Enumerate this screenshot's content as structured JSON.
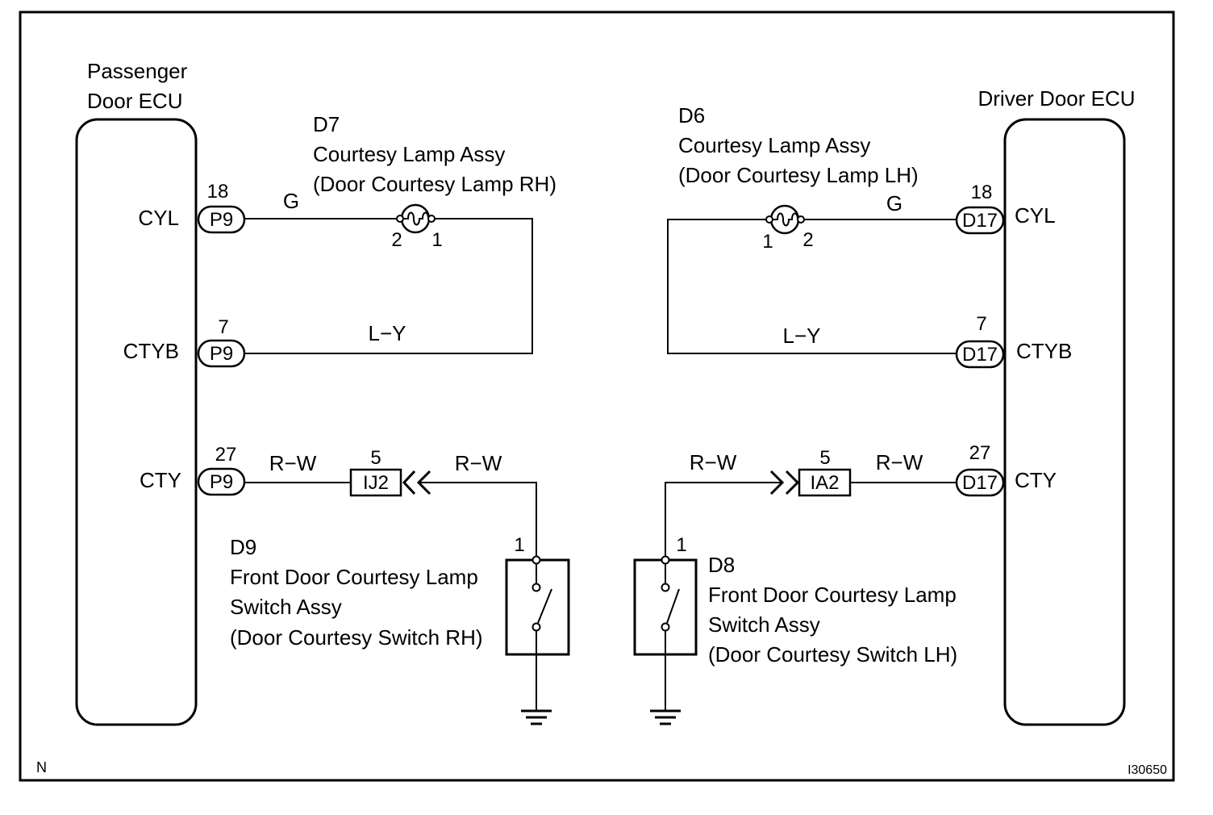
{
  "frame": {
    "corner_letter": "N",
    "figure_id": "I30650"
  },
  "passenger_ecu": {
    "title_line1": "Passenger",
    "title_line2": "Door ECU",
    "terminals": {
      "cyl": "CYL",
      "ctyb": "CTYB",
      "cty": "CTY"
    }
  },
  "driver_ecu": {
    "title": "Driver Door ECU",
    "terminals": {
      "cyl": "CYL",
      "ctyb": "CTYB",
      "cty": "CTY"
    }
  },
  "connectors": {
    "p9_cyl": {
      "pin": "18",
      "name": "P9"
    },
    "p9_ctyb": {
      "pin": "7",
      "name": "P9"
    },
    "p9_cty": {
      "pin": "27",
      "name": "P9"
    },
    "d17_cyl": {
      "pin": "18",
      "name": "D17"
    },
    "d17_ctyb": {
      "pin": "7",
      "name": "D17"
    },
    "d17_cty": {
      "pin": "27",
      "name": "D17"
    },
    "ij2": {
      "pin": "5",
      "name": "IJ2"
    },
    "ia2": {
      "pin": "5",
      "name": "IA2"
    }
  },
  "lamp_rh": {
    "code": "D7",
    "name": "Courtesy Lamp Assy",
    "desc": "(Door Courtesy Lamp RH)",
    "pin_left": "2",
    "pin_right": "1"
  },
  "lamp_lh": {
    "code": "D6",
    "name": "Courtesy Lamp Assy",
    "desc": "(Door Courtesy Lamp LH)",
    "pin_left": "1",
    "pin_right": "2"
  },
  "switch_rh": {
    "code": "D9",
    "line1": "Front Door Courtesy Lamp",
    "line2": "Switch Assy",
    "line3": "(Door Courtesy Switch RH)",
    "pin": "1"
  },
  "switch_lh": {
    "code": "D8",
    "line1": "Front Door Courtesy Lamp",
    "line2": "Switch Assy",
    "line3": "(Door Courtesy Switch LH)",
    "pin": "1"
  },
  "wires": {
    "left_g": "G",
    "left_ly": "L−Y",
    "left_rw_a": "R−W",
    "left_rw_b": "R−W",
    "right_g": "G",
    "right_ly": "L−Y",
    "right_rw_a": "R−W",
    "right_rw_b": "R−W"
  }
}
